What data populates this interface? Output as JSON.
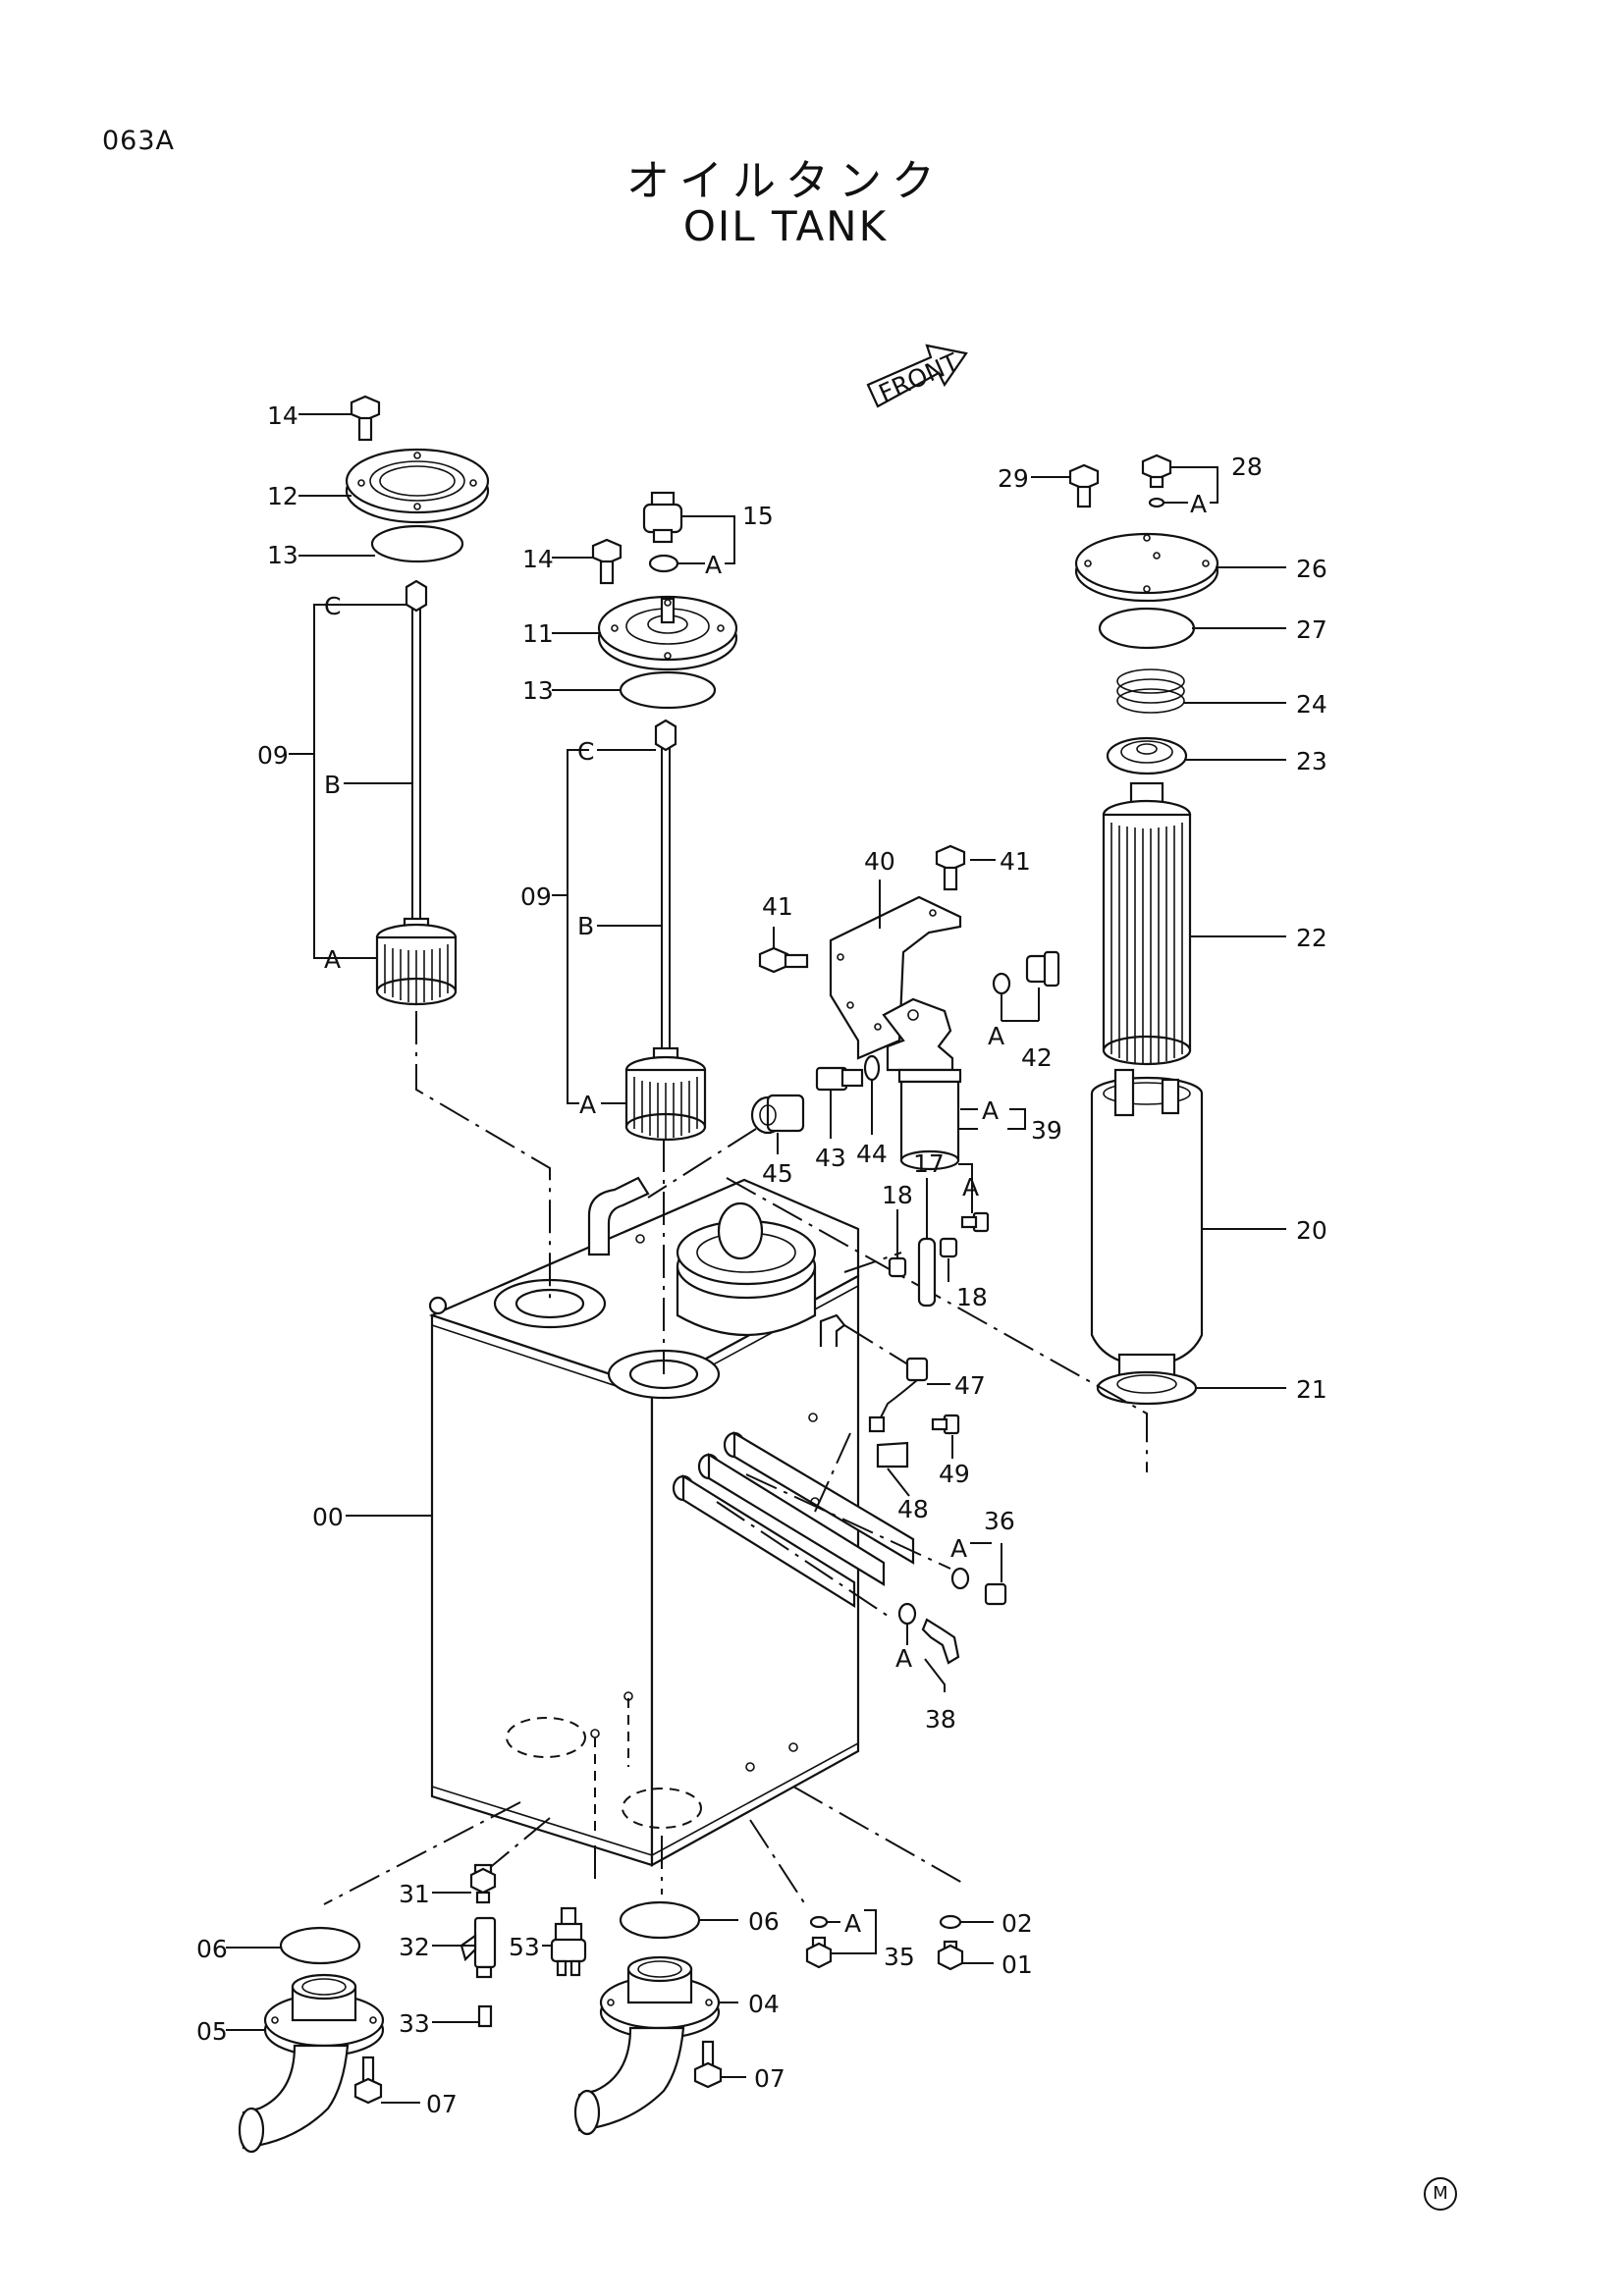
{
  "page_code": "063A",
  "title_jp": "オイルタンク",
  "title_en": "OIL TANK",
  "front_label": "FRONT",
  "corner_mark": "M",
  "callouts": [
    {
      "id": "c14a",
      "label": "14"
    },
    {
      "id": "c12",
      "label": "12"
    },
    {
      "id": "c13a",
      "label": "13"
    },
    {
      "id": "c09a",
      "label": "09"
    },
    {
      "id": "c09a_C",
      "label": "C"
    },
    {
      "id": "c09a_B",
      "label": "B"
    },
    {
      "id": "c09a_A",
      "label": "A"
    },
    {
      "id": "c15",
      "label": "15"
    },
    {
      "id": "c15_A",
      "label": "A"
    },
    {
      "id": "c14b",
      "label": "14"
    },
    {
      "id": "c11",
      "label": "11"
    },
    {
      "id": "c13b",
      "label": "13"
    },
    {
      "id": "c09b",
      "label": "09"
    },
    {
      "id": "c09b_C",
      "label": "C"
    },
    {
      "id": "c09b_B",
      "label": "B"
    },
    {
      "id": "c09b_A",
      "label": "A"
    },
    {
      "id": "c29",
      "label": "29"
    },
    {
      "id": "c28",
      "label": "28"
    },
    {
      "id": "c28_A",
      "label": "A"
    },
    {
      "id": "c26",
      "label": "26"
    },
    {
      "id": "c27",
      "label": "27"
    },
    {
      "id": "c24",
      "label": "24"
    },
    {
      "id": "c23",
      "label": "23"
    },
    {
      "id": "c22",
      "label": "22"
    },
    {
      "id": "c20",
      "label": "20"
    },
    {
      "id": "c21",
      "label": "21"
    },
    {
      "id": "c40",
      "label": "40"
    },
    {
      "id": "c41a",
      "label": "41"
    },
    {
      "id": "c41b",
      "label": "41"
    },
    {
      "id": "c42",
      "label": "42"
    },
    {
      "id": "c42_A",
      "label": "A"
    },
    {
      "id": "c39",
      "label": "39"
    },
    {
      "id": "c39_A",
      "label": "A"
    },
    {
      "id": "c43",
      "label": "43"
    },
    {
      "id": "c44",
      "label": "44"
    },
    {
      "id": "c45",
      "label": "45"
    },
    {
      "id": "c17",
      "label": "17"
    },
    {
      "id": "c17_A",
      "label": "A"
    },
    {
      "id": "c18a",
      "label": "18"
    },
    {
      "id": "c18b",
      "label": "18"
    },
    {
      "id": "c47",
      "label": "47"
    },
    {
      "id": "c48",
      "label": "48"
    },
    {
      "id": "c49",
      "label": "49"
    },
    {
      "id": "c36",
      "label": "36"
    },
    {
      "id": "c36_A",
      "label": "A"
    },
    {
      "id": "c38",
      "label": "38"
    },
    {
      "id": "c38_A",
      "label": "A"
    },
    {
      "id": "c00",
      "label": "00"
    },
    {
      "id": "c31",
      "label": "31"
    },
    {
      "id": "c32",
      "label": "32"
    },
    {
      "id": "c33",
      "label": "33"
    },
    {
      "id": "c53",
      "label": "53"
    },
    {
      "id": "c06a",
      "label": "06"
    },
    {
      "id": "c06b",
      "label": "06"
    },
    {
      "id": "c05",
      "label": "05"
    },
    {
      "id": "c04",
      "label": "04"
    },
    {
      "id": "c07a",
      "label": "07"
    },
    {
      "id": "c07b",
      "label": "07"
    },
    {
      "id": "c35",
      "label": "35"
    },
    {
      "id": "c35_A",
      "label": "A"
    },
    {
      "id": "c02",
      "label": "02"
    },
    {
      "id": "c01",
      "label": "01"
    }
  ]
}
